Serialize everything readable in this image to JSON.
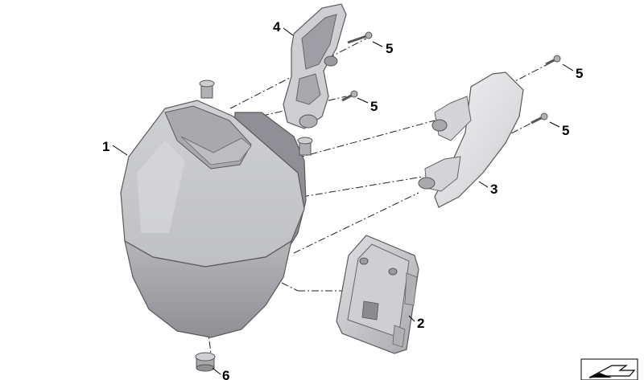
{
  "diagram": {
    "callouts": {
      "headlight": "1",
      "control_unit": "2",
      "cover_right": "3",
      "bracket_left": "4",
      "screw_a": "5",
      "screw_b": "5",
      "screw_c": "5",
      "screw_d": "5",
      "cap_bottom": "6"
    },
    "colors": {
      "part_fill_light": "#e6e6e8",
      "part_fill_mid": "#c3c3c7",
      "part_fill_dark": "#8e8e93",
      "outline": "#5a5a5a",
      "text": "#000000"
    },
    "icons": [
      "orientation-arrow-icon"
    ]
  }
}
